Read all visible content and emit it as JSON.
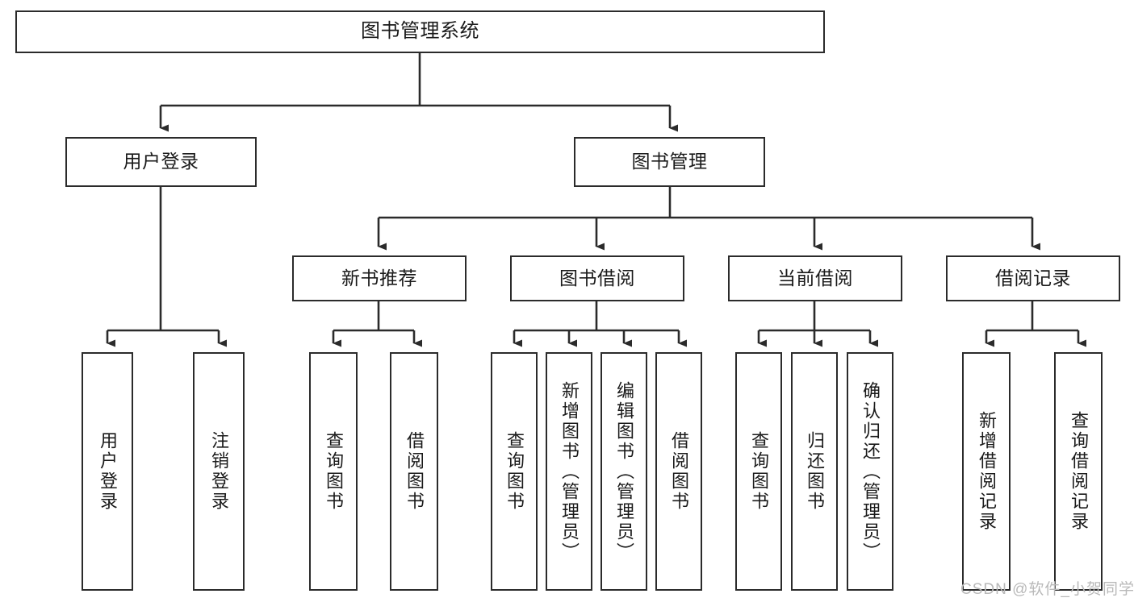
{
  "diagram": {
    "type": "tree",
    "title": "图书管理系统",
    "root": {
      "id": "root",
      "label": "图书管理系统",
      "orientation": "horizontal"
    },
    "level2": [
      {
        "id": "user-login",
        "label": "用户登录",
        "orientation": "horizontal"
      },
      {
        "id": "book-manage",
        "label": "图书管理",
        "orientation": "horizontal"
      }
    ],
    "level3": [
      {
        "id": "new-book-recommend",
        "label": "新书推荐",
        "orientation": "horizontal",
        "parent": "book-manage"
      },
      {
        "id": "book-borrow",
        "label": "图书借阅",
        "orientation": "horizontal",
        "parent": "book-manage"
      },
      {
        "id": "current-borrow",
        "label": "当前借阅",
        "orientation": "horizontal",
        "parent": "book-manage"
      },
      {
        "id": "borrow-record",
        "label": "借阅记录",
        "orientation": "horizontal",
        "parent": "book-manage"
      }
    ],
    "leaves": [
      {
        "id": "leaf-user-login",
        "label": "用户登录",
        "parent": "user-login"
      },
      {
        "id": "leaf-logout-login",
        "label": "注销登录",
        "parent": "user-login"
      },
      {
        "id": "leaf-query-book-1",
        "label": "查询图书",
        "parent": "new-book-recommend"
      },
      {
        "id": "leaf-borrow-book-1",
        "label": "借阅图书",
        "parent": "new-book-recommend"
      },
      {
        "id": "leaf-query-book-2",
        "label": "查询图书",
        "parent": "book-borrow"
      },
      {
        "id": "leaf-add-book-admin",
        "label": "新增图书（管理员）",
        "parent": "book-borrow"
      },
      {
        "id": "leaf-edit-book-admin",
        "label": "编辑图书（管理员）",
        "parent": "book-borrow"
      },
      {
        "id": "leaf-borrow-book-2",
        "label": "借阅图书",
        "parent": "book-borrow"
      },
      {
        "id": "leaf-query-book-3",
        "label": "查询图书",
        "parent": "current-borrow"
      },
      {
        "id": "leaf-return-book",
        "label": "归还图书",
        "parent": "current-borrow"
      },
      {
        "id": "leaf-confirm-return-admin",
        "label": "确认归还（管理员）",
        "parent": "current-borrow"
      },
      {
        "id": "leaf-add-borrow-record",
        "label": "新增借阅记录",
        "parent": "borrow-record"
      },
      {
        "id": "leaf-query-borrow-record",
        "label": "查询借阅记录",
        "parent": "borrow-record"
      }
    ],
    "watermark": "CSDN @软件_小贺同学",
    "colors": {
      "stroke": "#2b2b2b",
      "fill": "#ffffff",
      "text": "#1a1a1a",
      "watermark": "#b9b9b9"
    }
  }
}
